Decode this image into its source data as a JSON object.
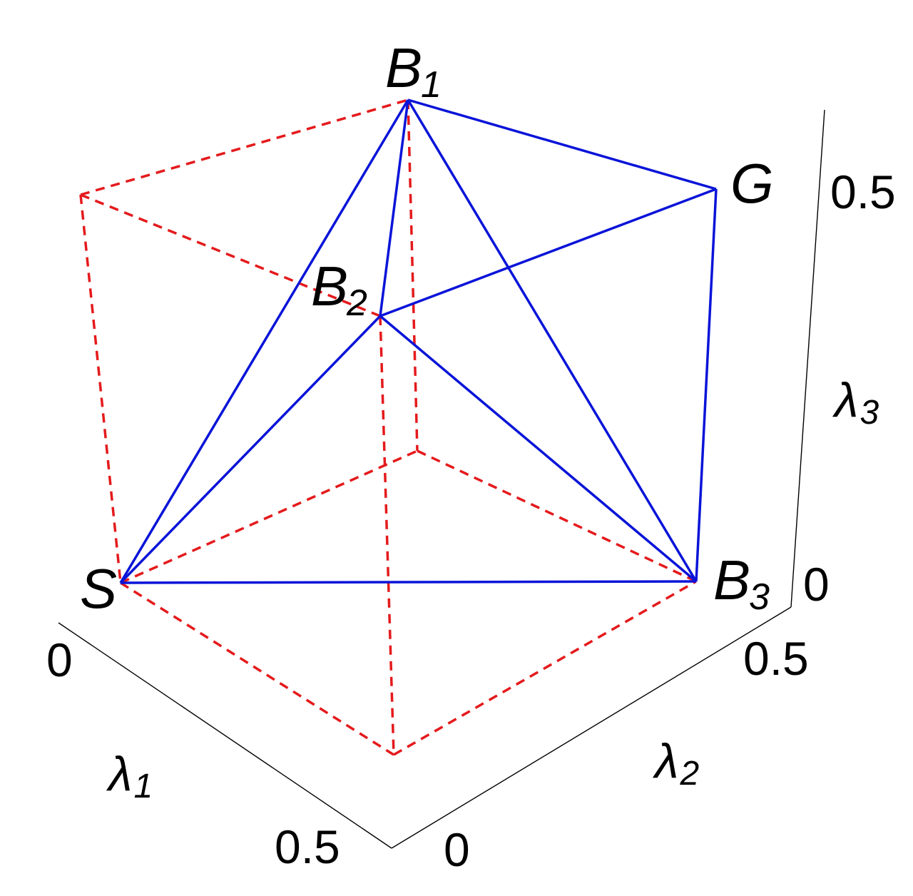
{
  "vertices": {
    "B1": {
      "main": "B",
      "sub": "1"
    },
    "B2": {
      "main": "B",
      "sub": "2"
    },
    "B3": {
      "main": "B",
      "sub": "3"
    },
    "G": {
      "main": "G",
      "sub": ""
    },
    "S": {
      "main": "S",
      "sub": ""
    }
  },
  "axes": {
    "lambda1": {
      "symbol": "λ",
      "sub": "1",
      "ticks": [
        "0",
        "0.5"
      ]
    },
    "lambda2": {
      "symbol": "λ",
      "sub": "2",
      "ticks": [
        "0",
        "0.5"
      ]
    },
    "lambda3": {
      "symbol": "λ",
      "sub": "3",
      "ticks": [
        "0",
        "0.5"
      ]
    }
  },
  "colors": {
    "solid_edges": "#0a14d8",
    "dashed_edges": "#e41a1c",
    "axes": "#000000"
  }
}
